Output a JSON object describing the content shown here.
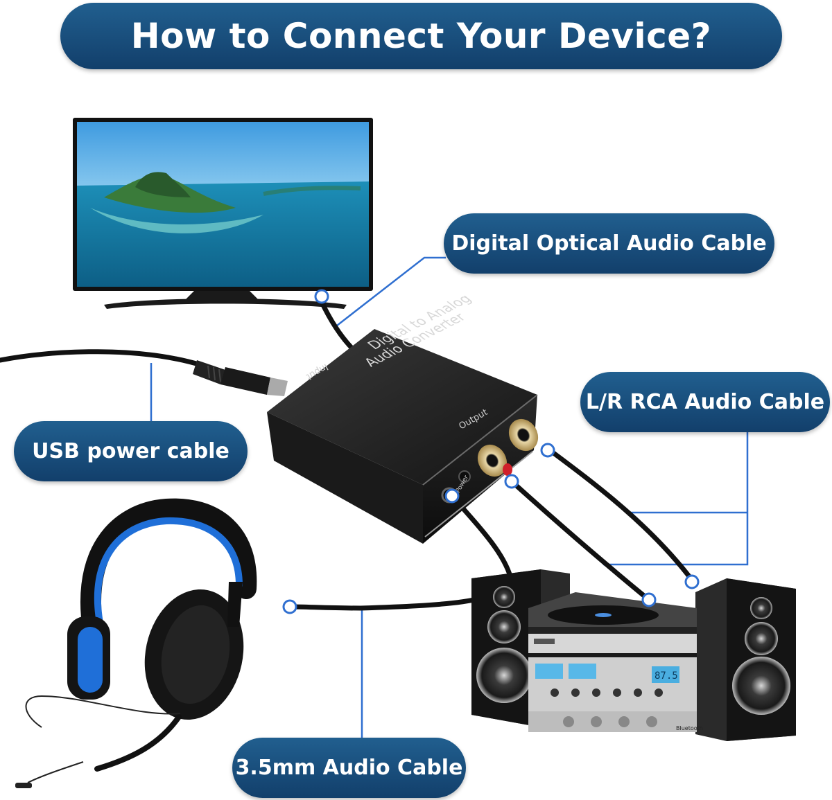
{
  "title": "How to Connect Your Device?",
  "labels": {
    "optical": "Digital Optical Audio Cable",
    "rca": "L/R RCA Audio Cable",
    "usb": "USB power cable",
    "aux": "3.5mm Audio Cable"
  },
  "device": {
    "name_line1": "Digital to Analog",
    "name_line2": "Audio Converter",
    "input": "Input",
    "output": "Output",
    "power": "Power"
  },
  "stereo": {
    "display": "87.5",
    "bluetooth": "Bluetooth"
  },
  "colors": {
    "pill": "#1a5180",
    "leader": "#2f6fd0",
    "cable": "#111111"
  }
}
